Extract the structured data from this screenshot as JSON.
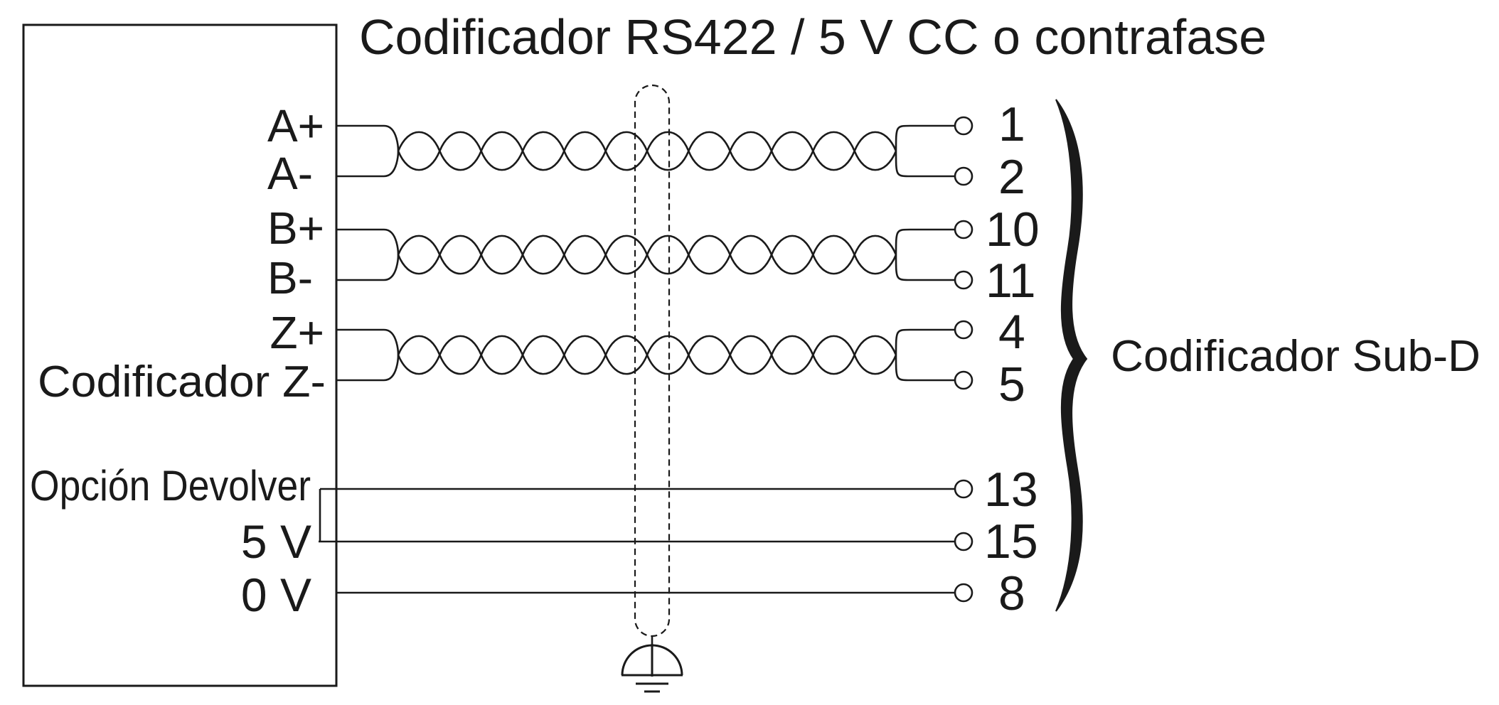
{
  "title": "Codificador RS422 / 5 V CC o contrafase",
  "connector_label": "Codificador Sub-D",
  "signals": [
    {
      "label": "A+",
      "pin": "1"
    },
    {
      "label": "A-",
      "pin": "2"
    },
    {
      "label": "B+",
      "pin": "10"
    },
    {
      "label": "B-",
      "pin": "11"
    },
    {
      "label": "Z+",
      "pin": "4"
    },
    {
      "label": "Codificador Z-",
      "pin": "5"
    }
  ],
  "supply": {
    "option_label": "Opción Devolver",
    "v5_label": "5 V",
    "v0_label": "0 V",
    "pins": [
      "13",
      "15",
      "8"
    ]
  },
  "colors": {
    "line": "#1a1a1a",
    "background": "#ffffff"
  }
}
